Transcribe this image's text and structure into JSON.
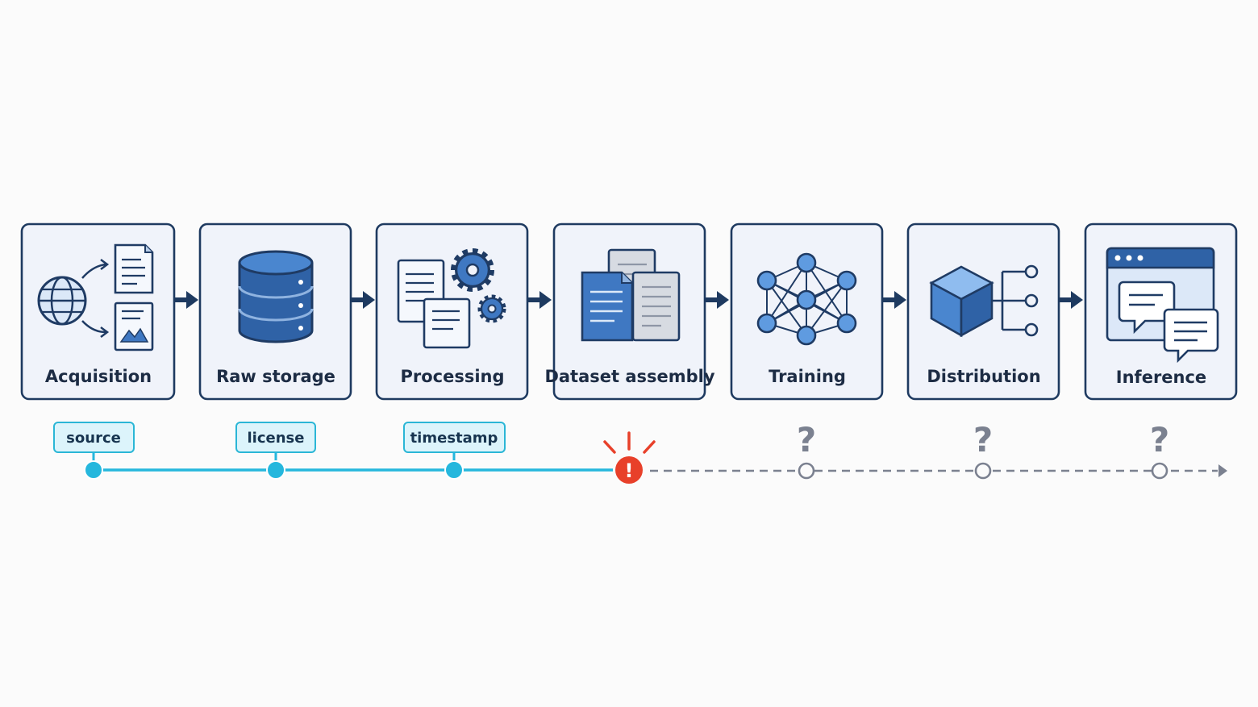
{
  "stages": [
    {
      "label": "Acquisition",
      "icon": "globe-documents-icon"
    },
    {
      "label": "Raw storage",
      "icon": "database-icon"
    },
    {
      "label": "Processing",
      "icon": "documents-gears-icon"
    },
    {
      "label": "Dataset assembly",
      "icon": "stacked-documents-icon"
    },
    {
      "label": "Training",
      "icon": "neural-network-icon"
    },
    {
      "label": "Distribution",
      "icon": "cube-branches-icon"
    },
    {
      "label": "Inference",
      "icon": "browser-chat-icon"
    }
  ],
  "provenance_tags": [
    "source",
    "license",
    "timestamp"
  ],
  "break_marker": "!",
  "unknown_marker": "?",
  "colors": {
    "box_border": "#1e3a60",
    "box_fill": "#f0f3fa",
    "icon_blue": "#3f78c2",
    "icon_dark": "#1f3b64",
    "tracked_line": "#25b7dd",
    "break_red": "#e8402a",
    "unknown_gray": "#7b8190"
  }
}
